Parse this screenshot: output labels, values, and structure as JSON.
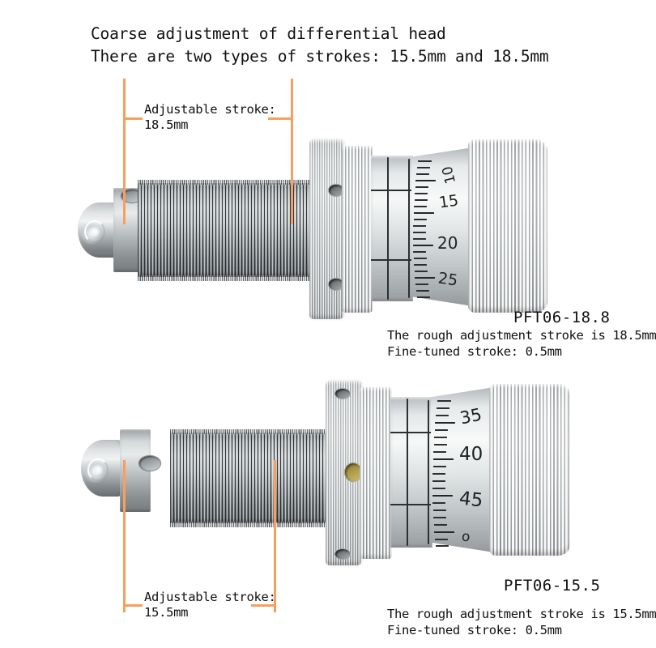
{
  "header": {
    "line1": "Coarse adjustment of differential head",
    "line2": "There are two types of strokes: 15.5mm and 18.5mm"
  },
  "accent_color": "#f79f5e",
  "units": [
    {
      "id": "upper",
      "model": "PFT06-18.8",
      "annotation": {
        "label": "Adjustable stroke:",
        "value": "18.5mm"
      },
      "desc_line1": "The rough adjustment stroke is 18.5mm",
      "desc_line2": "Fine-tuned stroke: 0.5mm",
      "dial_numbers": [
        "10",
        "15",
        "20",
        "25"
      ]
    },
    {
      "id": "lower",
      "model": "PFT06-15.5",
      "annotation": {
        "label": "Adjustable stroke:",
        "value": "15.5mm"
      },
      "desc_line1": "The rough adjustment stroke is 15.5mm",
      "desc_line2": "Fine-tuned stroke: 0.5mm",
      "dial_numbers": [
        "35",
        "40",
        "45",
        "o"
      ]
    }
  ]
}
